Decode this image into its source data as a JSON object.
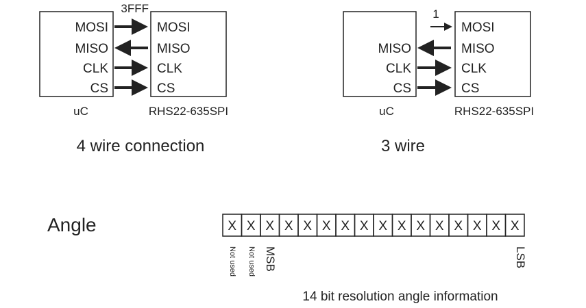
{
  "four_wire": {
    "caption": "4 wire connection",
    "uc_label": "uC",
    "chip_label": "RHS22-635SPI",
    "mosi_value": "3FFF",
    "uc_pins": [
      "MOSI",
      "MISO",
      "CLK",
      "CS"
    ],
    "chip_pins": [
      "MOSI",
      "MISO",
      "CLK",
      "CS"
    ]
  },
  "three_wire": {
    "caption": "3 wire",
    "uc_label": "uC",
    "chip_label": "RHS22-635SPI",
    "mosi_value": "1",
    "uc_pins": [
      "MISO",
      "CLK",
      "CS"
    ],
    "chip_pins": [
      "MOSI",
      "MISO",
      "CLK",
      "CS"
    ]
  },
  "angle": {
    "label": "Angle",
    "bits": [
      "X",
      "X",
      "X",
      "X",
      "X",
      "X",
      "X",
      "X",
      "X",
      "X",
      "X",
      "X",
      "X",
      "X",
      "X",
      "X"
    ],
    "not_used_label": "Not used",
    "msb_label": "MSB",
    "lsb_label": "LSB",
    "resolution_caption": "14 bit resolution angle information"
  }
}
